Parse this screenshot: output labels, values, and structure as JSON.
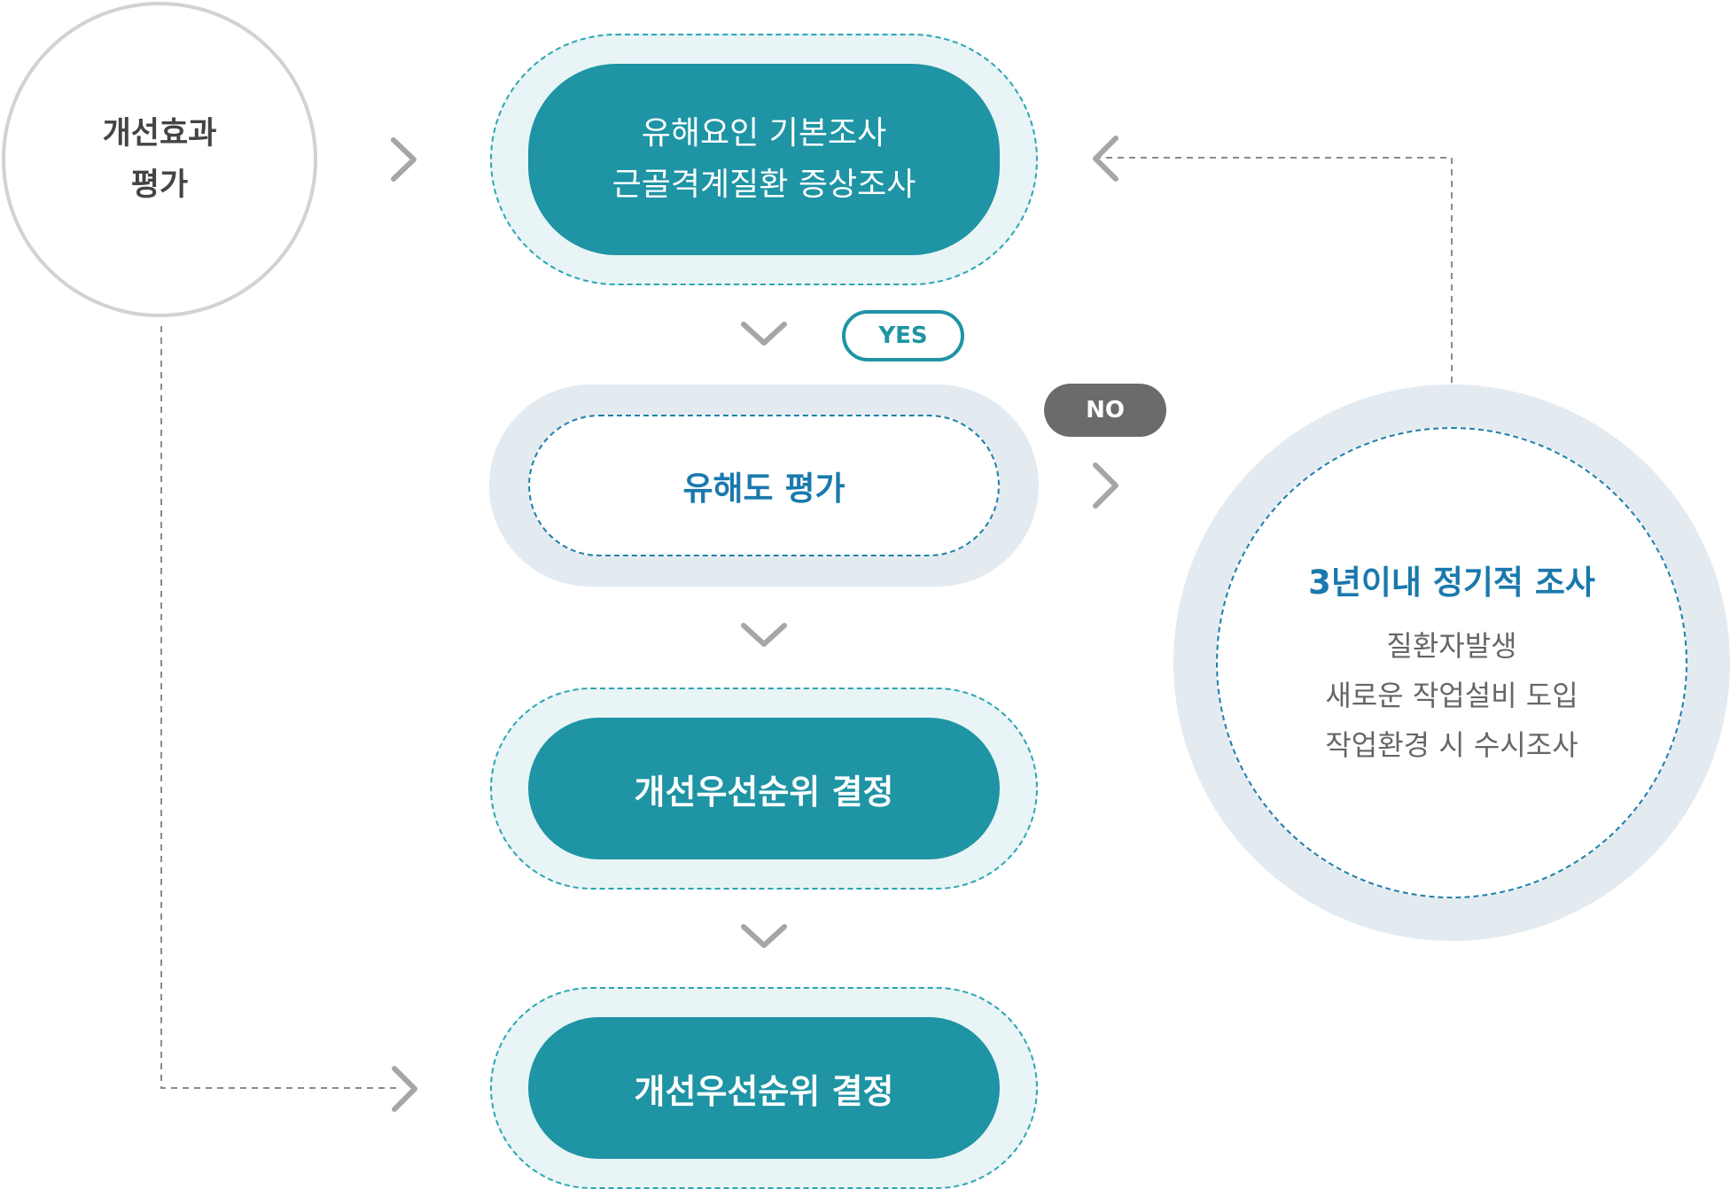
{
  "evaluation": {
    "line1": "개선효과",
    "line2": "평가"
  },
  "step1": {
    "line1": "유해요인 기본조사",
    "line2": "근골격계질환 증상조사"
  },
  "yes_label": "YES",
  "no_label": "NO",
  "step2": {
    "label": "유해도 평가"
  },
  "step3": {
    "label": "개선우선순위 결정"
  },
  "step4": {
    "label": "개선우선순위 결정"
  },
  "periodic": {
    "title": "3년이내 정기적 조사",
    "lines": [
      "질환자발생",
      "새로운 작업설비 도입",
      "작업환경 시 수시조사"
    ]
  },
  "colors": {
    "teal": "#1e94a4",
    "halo": "#e8f4f5",
    "grey_halo": "#e3eaf0",
    "blue_text": "#1a79ad",
    "chevron": "#a6a6a6",
    "no_badge": "#6b6b6b"
  }
}
